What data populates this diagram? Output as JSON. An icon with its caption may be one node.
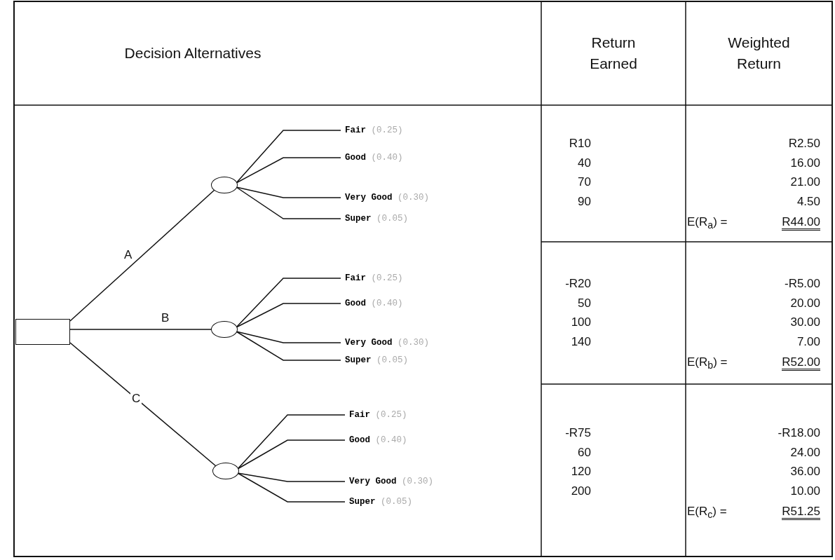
{
  "diagram": {
    "nodes": [
      {
        "text": [],
        "shape": "box"
      },
      {
        "text": [],
        "shape": "circle"
      },
      {
        "text": [
          "Fair",
          "(0.25)"
        ]
      },
      {
        "text": [
          "Good",
          "(0.40)"
        ]
      },
      {
        "text": [
          "Very Good",
          "(0.30)"
        ]
      },
      {
        "text": [
          "Super",
          "(0.05)"
        ]
      },
      {
        "text": [],
        "shape": "circle"
      },
      {
        "text": [
          "Fair",
          "(0.25)"
        ]
      },
      {
        "text": [
          "Good",
          "(0.40)"
        ]
      },
      {
        "text": [
          "Very Good",
          "(0.30)"
        ]
      },
      {
        "text": [
          "Super",
          "(0.05)"
        ]
      },
      {
        "text": [],
        "shape": "circle"
      },
      {
        "text": [
          "Fair",
          "(0.25)"
        ]
      },
      {
        "text": [
          "Good",
          "(0.40)"
        ]
      },
      {
        "text": [
          "Very Good",
          "(0.30)"
        ]
      },
      {
        "text": [
          "Super",
          "(0.05)"
        ]
      }
    ],
    "edges": [
      {
        "from": 0,
        "to": 1,
        "arrow": "none",
        "label": "A"
      },
      {
        "from": 0,
        "to": 6,
        "arrow": "none",
        "label": "B"
      },
      {
        "from": 0,
        "to": 11,
        "arrow": "none",
        "label": "C"
      },
      {
        "from": 1,
        "to": 2,
        "arrow": "none"
      },
      {
        "from": 1,
        "to": 3,
        "arrow": "none"
      },
      {
        "from": 1,
        "to": 4,
        "arrow": "none"
      },
      {
        "from": 1,
        "to": 5,
        "arrow": "none"
      },
      {
        "from": 6,
        "to": 7,
        "arrow": "none"
      },
      {
        "from": 6,
        "to": 8,
        "arrow": "none"
      },
      {
        "from": 6,
        "to": 9,
        "arrow": "none"
      },
      {
        "from": 6,
        "to": 10,
        "arrow": "none"
      },
      {
        "from": 11,
        "to": 12,
        "arrow": "none"
      },
      {
        "from": 11,
        "to": 13,
        "arrow": "none"
      },
      {
        "from": 11,
        "to": 14,
        "arrow": "none"
      },
      {
        "from": 11,
        "to": 15,
        "arrow": "none"
      }
    ],
    "labels": [
      "Decision Alternatives",
      "Return Earned",
      "Weighted Return",
      "R10",
      "R2.50",
      "40",
      "16.00",
      "70",
      "21.00",
      "90",
      "4.50",
      "E(R$_{a}$) =",
      "R44.00",
      "-R20",
      "-R5.00",
      "50",
      "20.00",
      "100",
      "30.00",
      "140",
      "7.00",
      "E(R$_{b}$) =",
      "R52.00",
      "-R75",
      "-R18.00",
      "60",
      "24.00",
      "120",
      "36.00",
      "200",
      "10.00",
      "E(R$_{c}$) =",
      "R51.25"
    ]
  }
}
